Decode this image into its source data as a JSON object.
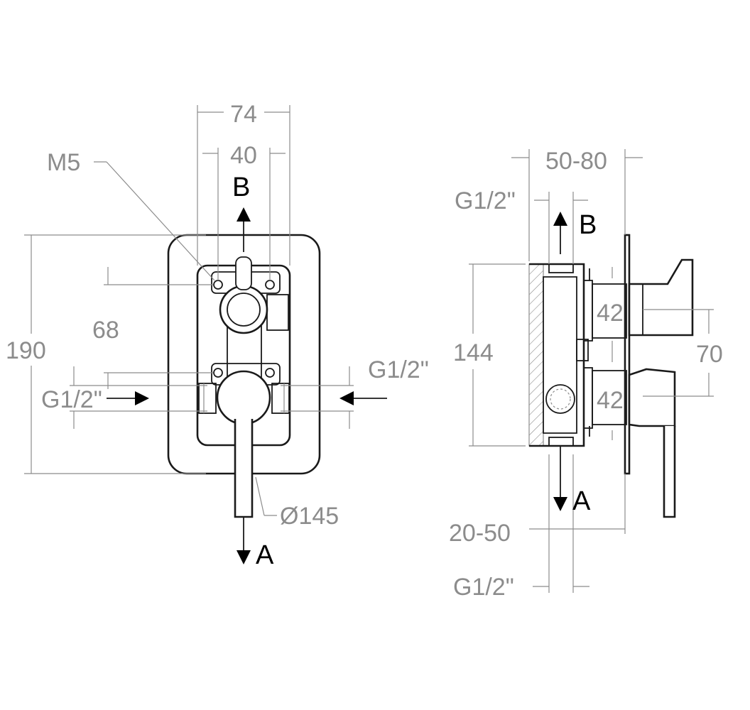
{
  "front_view": {
    "dims": {
      "overall_width": "74",
      "inner_width": "40",
      "thread": "M5",
      "height": "190",
      "spacing": "68",
      "inlet_left": "G1/2\"",
      "inlet_right": "G1/2\"",
      "diameter": "Ø145"
    },
    "flow": {
      "out_b": "B",
      "out_a": "A"
    }
  },
  "side_view": {
    "dims": {
      "depth": "50-80",
      "thread_top": "G1/2\"",
      "height": "144",
      "spindle_upper": "42",
      "spindle_lower": "42",
      "handle_spacing": "70",
      "install_depth": "20-50",
      "thread_bottom": "G1/2\""
    },
    "flow": {
      "out_b": "B",
      "out_a": "A"
    }
  }
}
